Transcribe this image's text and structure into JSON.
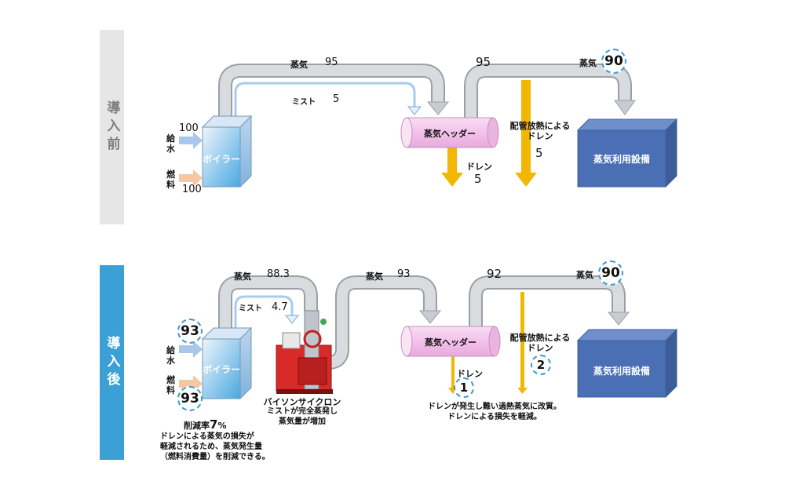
{
  "before": {
    "side_label": "導入前",
    "boiler_label": "ボイラー",
    "feedwater_label": "給水",
    "feedwater_value": "100",
    "fuel_label": "燃料",
    "fuel_value": "100",
    "steam_label": "蒸気",
    "steam_value": "95",
    "mist_label": "ミスト",
    "mist_value": "5",
    "header_label": "蒸気ヘッダー",
    "drain_label": "ドレン",
    "drain_value": "5",
    "pipe_out_value": "95",
    "pipe_drain_label": "配管放熱による\nドレン",
    "pipe_drain_value": "5",
    "out_steam_label": "蒸気",
    "out_steam_value": "90",
    "equipment_label": "蒸気利用設備"
  },
  "after": {
    "side_label": "導入後",
    "boiler_label": "ボイラー",
    "feedwater_label": "給水",
    "feedwater_value": "93",
    "fuel_label": "燃料",
    "fuel_value": "93",
    "steam_label": "蒸気",
    "steam_value": "88.3",
    "mist_label": "ミスト",
    "mist_value": "4.7",
    "cyclone_label": "バイソンサイクロン",
    "cyclone_desc": "ミストが完全蒸発し\n蒸気量が増加",
    "steam2_label": "蒸気",
    "steam2_value": "93",
    "header_label": "蒸気ヘッダー",
    "drain_label": "ドレン",
    "drain_value": "1",
    "pipe_out_value": "92",
    "pipe_drain_label": "配管放熱による\nドレン",
    "pipe_drain_value": "2",
    "out_steam_label": "蒸気",
    "out_steam_value": "90",
    "equipment_label": "蒸気利用設備",
    "reduction_label": "削減率",
    "reduction_value": "7",
    "reduction_unit": "%",
    "reduction_desc": "ドレンによる蒸気の損失が\n軽減されるため、蒸気発生量\n（燃料消費量）を削減できる。",
    "drain_note": "ドレンが発生し難い過熱蒸気に改質。\nドレンによる損失を軽減。"
  },
  "colors": {
    "pipe": "#c8ccd0",
    "pipe_edge": "#9aa0a6",
    "drain_arrow": "#f2b705",
    "equipment": "#4a6fb5",
    "header": "#f3c9ec",
    "boiler": "#a9cff0",
    "feedwater_arrow": "#a8c8ea",
    "fuel_arrow": "#f6c7a4",
    "cyclone": "#d92a2a"
  }
}
